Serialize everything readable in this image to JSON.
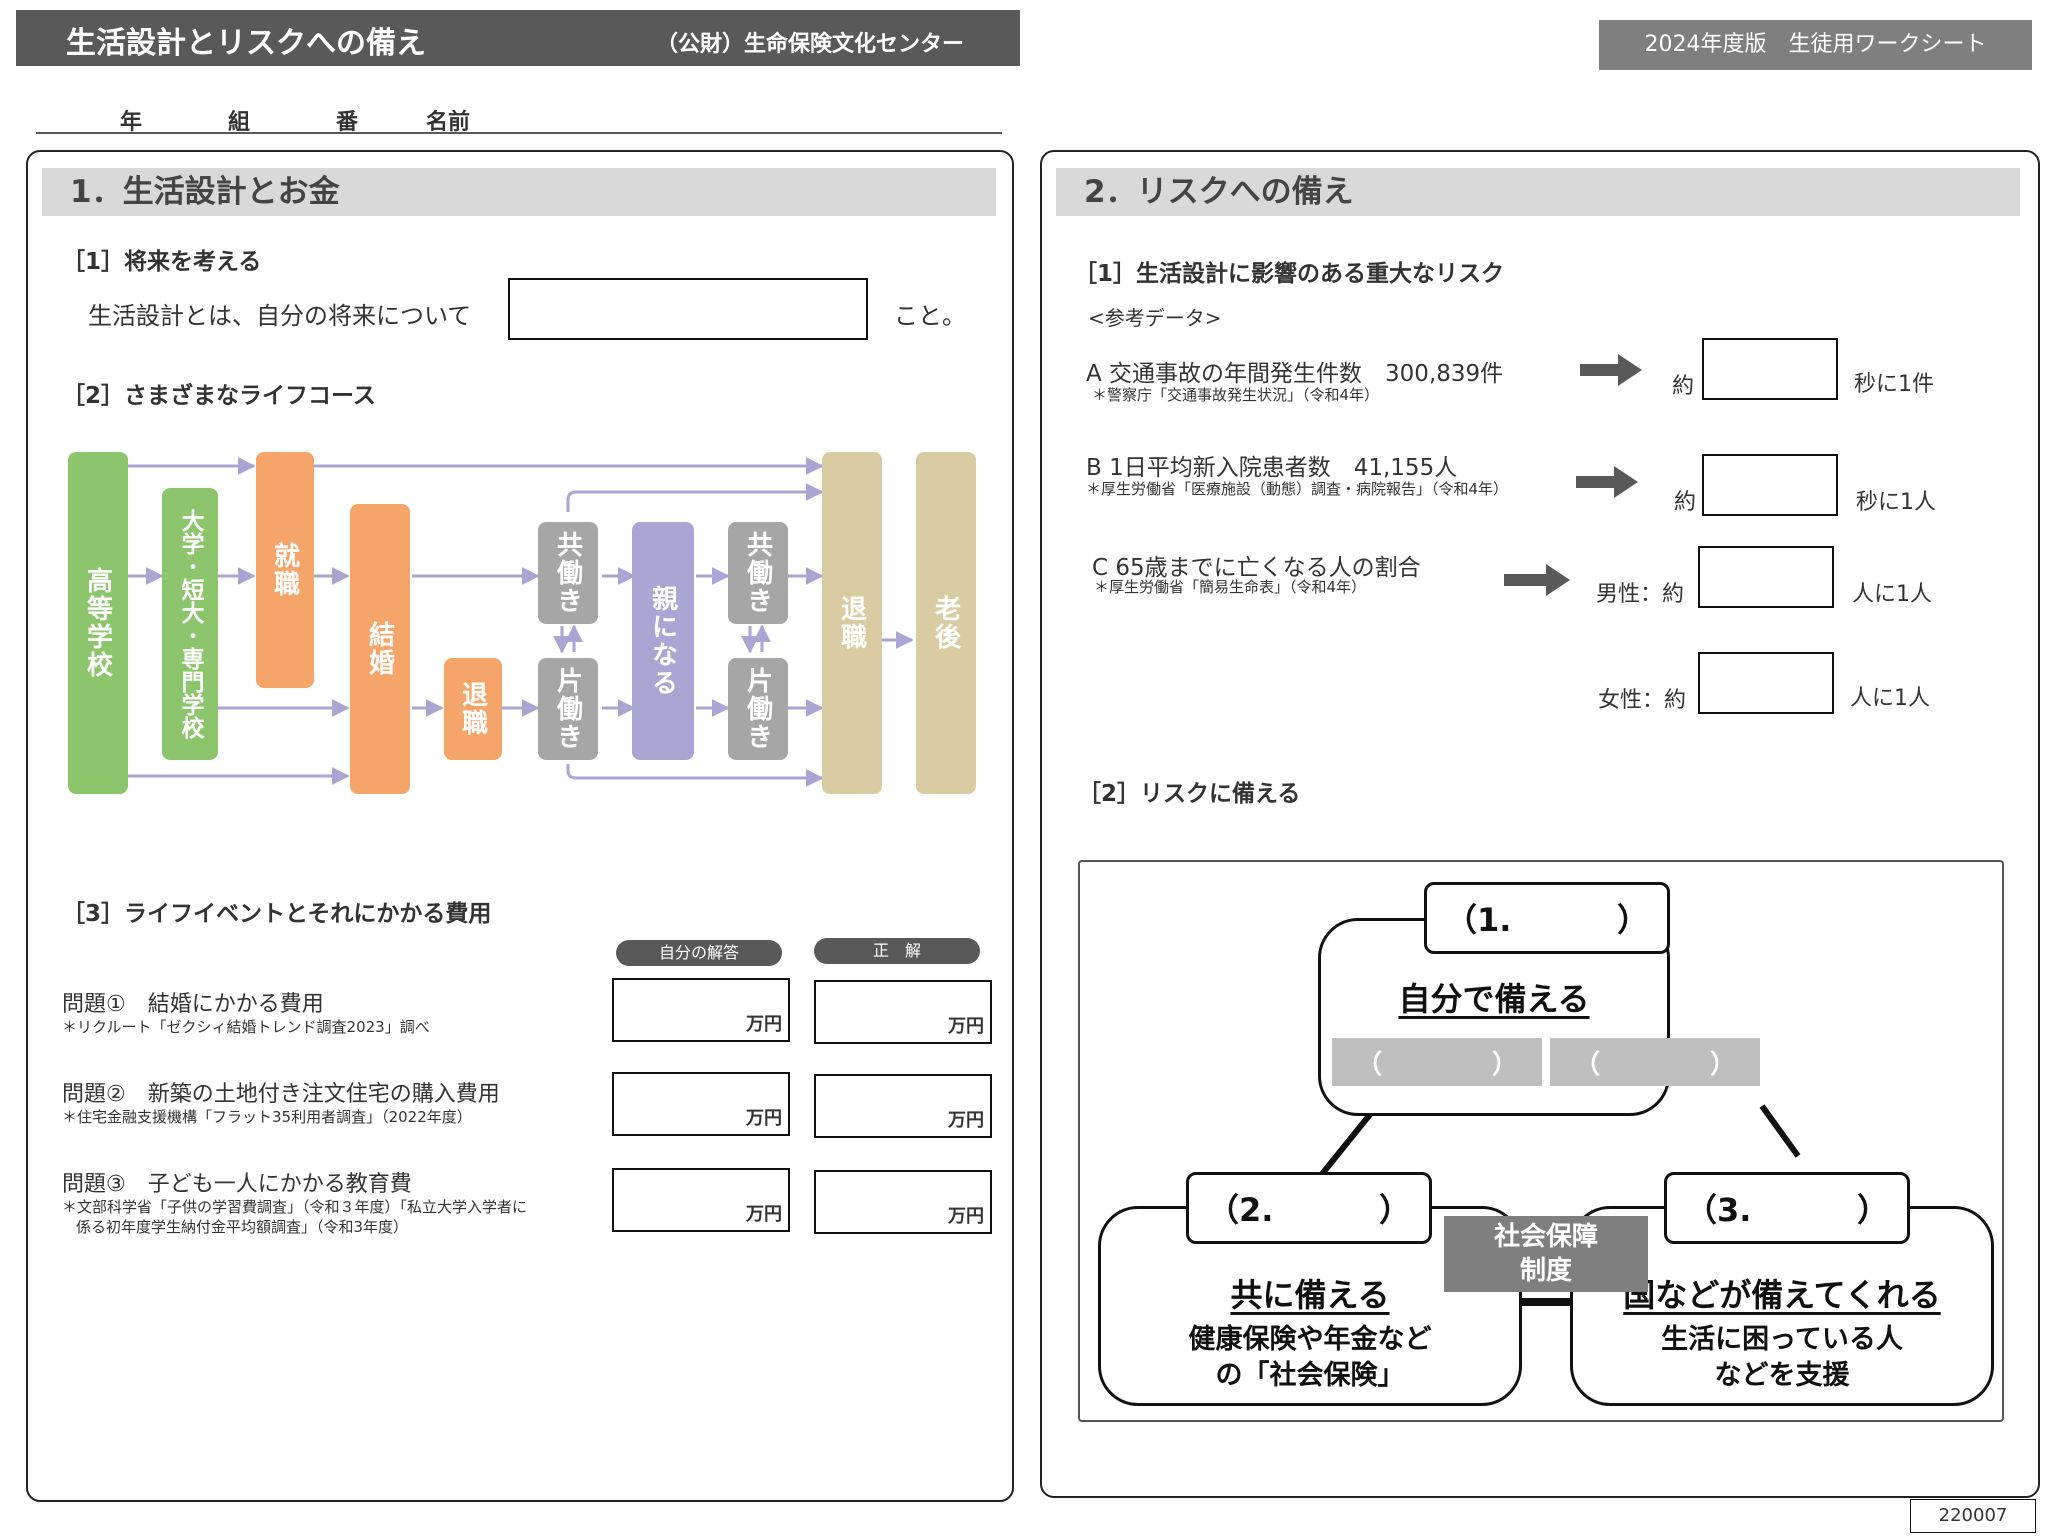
{
  "header": {
    "title": "生活設計とリスクへの備え",
    "organization": "（公財）生命保険文化センター",
    "edition": "2024年度版　生徒用ワークシート"
  },
  "student_fields": [
    "年",
    "組",
    "番",
    "名前"
  ],
  "section1": {
    "heading": "1．生活設計とお金",
    "part1": {
      "label": "［1］将来を考える",
      "sentence_before": "生活設計とは、自分の将来について",
      "sentence_after": "こと。"
    },
    "part2": {
      "label": "［2］さまざまなライフコース",
      "stages": {
        "high_school": "高等学校",
        "college": "大学･短大･専門学校",
        "employment": "就職",
        "marriage": "結婚",
        "quit_job": "退職",
        "dual_income_1": "共働き",
        "single_income_1": "片働き",
        "parent": "親になる",
        "dual_income_2": "共働き",
        "single_income_2": "片働き",
        "retirement": "退職",
        "old_age": "老後"
      }
    },
    "part3": {
      "label": "［3］ライフイベントとそれにかかる費用",
      "col_own": "自分の解答",
      "col_correct": "正　解",
      "unit": "万円",
      "questions": [
        {
          "title": "問題①　結婚にかかる費用",
          "source": "＊リクルート「ゼクシィ結婚トレンド調査2023」調べ"
        },
        {
          "title": "問題②　新築の土地付き注文住宅の購入費用",
          "source": "＊住宅金融支援機構「フラット35利用者調査」（2022年度）"
        },
        {
          "title": "問題③　子ども一人にかかる教育費",
          "source": "＊文部科学省「子供の学習費調査」（令和３年度）「私立大学入学者に",
          "source2": "係る初年度学生納付金平均額調査」（令和3年度）"
        }
      ]
    }
  },
  "section2": {
    "heading": "2．リスクへの備え",
    "part1": {
      "label": "［1］生活設計に影響のある重大なリスク",
      "ref": "<参考データ>",
      "items": [
        {
          "title": "A 交通事故の年間発生件数　300,839件",
          "source": "＊警察庁「交通事故発生状況」（令和4年）",
          "prefix": "約",
          "suffix": "秒に1件"
        },
        {
          "title": "B 1日平均新入院患者数　41,155人",
          "source": "＊厚生労働省「医療施設（動態）調査・病院報告」（令和4年）",
          "prefix": "約",
          "suffix": "秒に1人"
        },
        {
          "title": "C 65歳までに亡くなる人の割合",
          "source": "＊厚生労働省「簡易生命表」（令和4年）",
          "male_prefix": "男性：約",
          "female_prefix": "女性：約",
          "suffix": "人に1人"
        }
      ]
    },
    "part2": {
      "label": "［2］リスクに備える",
      "box1": {
        "tab_open": "（1.",
        "tab_close": "）",
        "title": "自分で備える",
        "blank_open": "（",
        "blank_close": "）"
      },
      "box2": {
        "tab_open": "（2.",
        "tab_close": "）",
        "title": "共に備える",
        "line1": "健康保険や年金など",
        "line2": "の「社会保険」"
      },
      "box3": {
        "tab_open": "（3.",
        "tab_close": "）",
        "title": "国などが備えてくれる",
        "line1": "生活に困っている人",
        "line2": "などを支援"
      },
      "social_security_1": "社会保障",
      "social_security_2": "制度"
    }
  },
  "footer_id": "220007",
  "colors": {
    "green": "#8dc56c",
    "orange": "#f5a46a",
    "gray": "#a6a6a6",
    "purple": "#a9a6d4",
    "tan": "#d9cca2",
    "arrow": "#a9a6d4"
  }
}
